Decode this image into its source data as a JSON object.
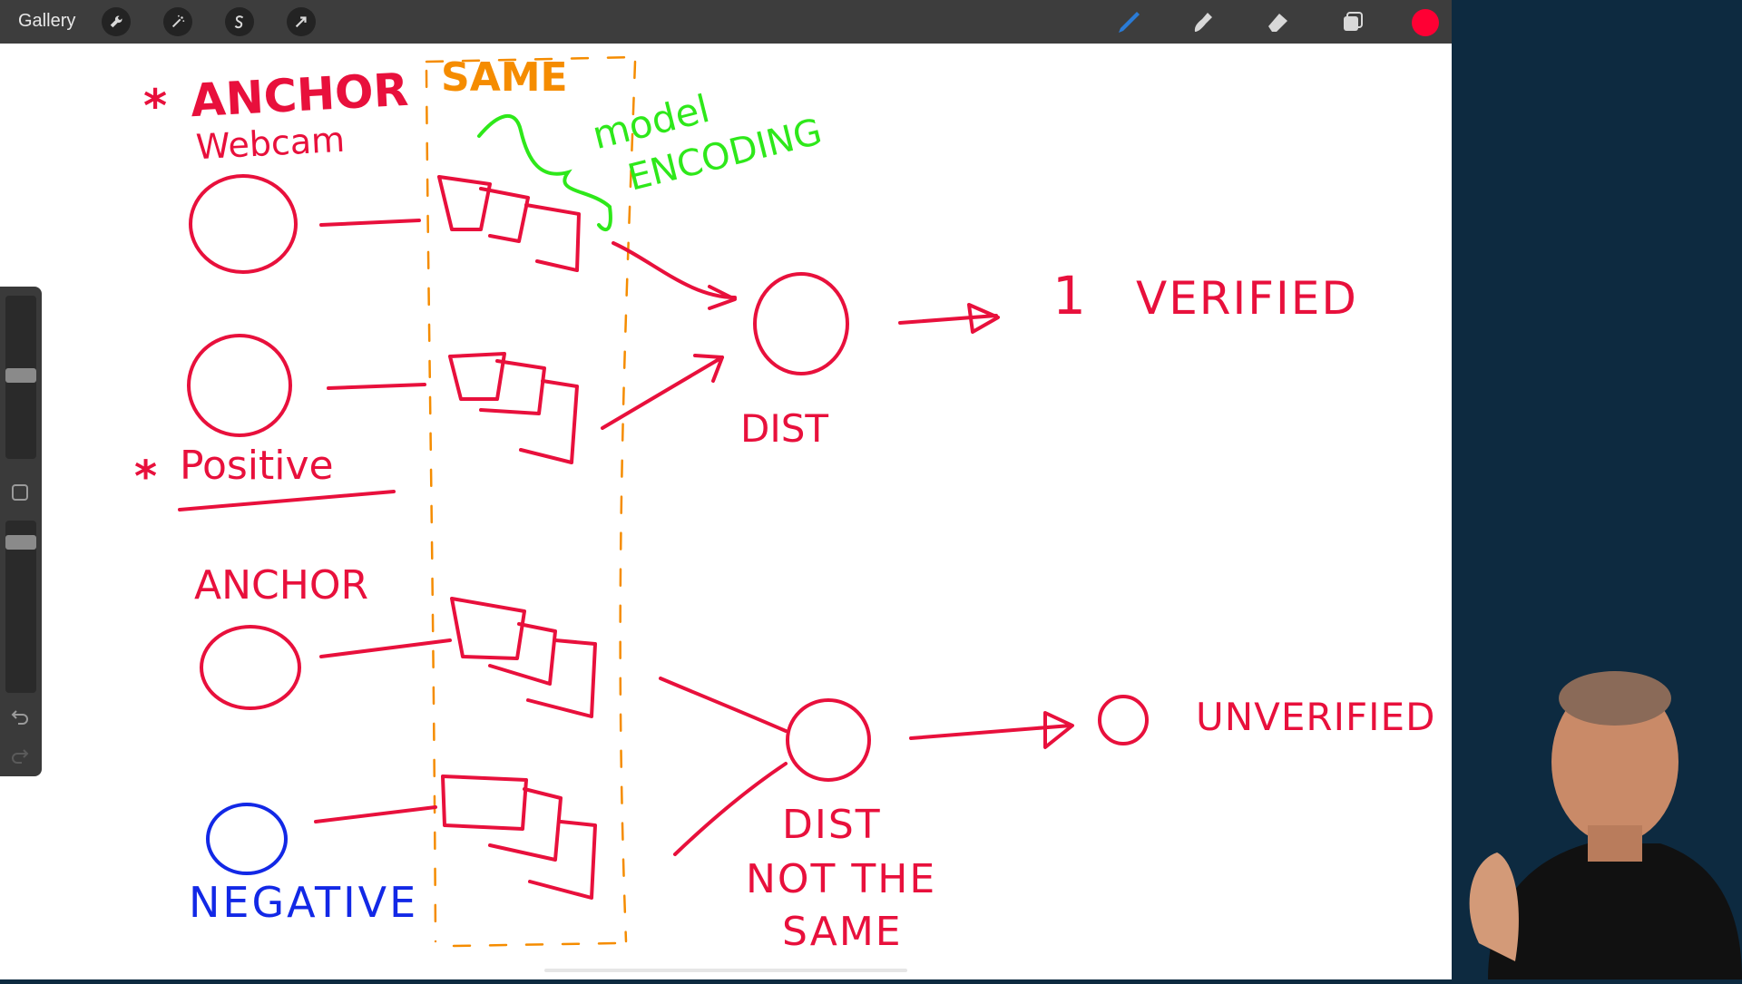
{
  "toolbar": {
    "gallery_label": "Gallery",
    "left_tools": [
      "wrench-icon",
      "magic-wand-icon",
      "selection-s-icon",
      "arrow-move-icon"
    ],
    "right_tools": [
      "brush-icon",
      "smudge-icon",
      "eraser-icon",
      "layers-icon"
    ],
    "active_color": "#ff0034"
  },
  "canvas": {
    "labels": {
      "anchor_webcam_1": "ANCHOR",
      "webcam": "Webcam",
      "same": "SAME",
      "model": "model",
      "encoding": "ENCODING",
      "positive": "Positive",
      "dist_1": "DIST",
      "one": "1",
      "verified": "VERIFIED",
      "anchor_2": "ANCHOR",
      "negative": "NEGATIVE",
      "dist_2": "DIST",
      "not_the": "NOT THE",
      "same_2": "SAME",
      "zero": "0",
      "unverified": "UNVERIFIED",
      "star_1": "*",
      "star_2": "*"
    },
    "ink_colors": {
      "red": "#e8103c",
      "orange": "#f58c00",
      "green": "#2ee81a",
      "blue": "#1228e6"
    }
  },
  "webcam_overlay": {
    "background": "#0d2a40"
  }
}
